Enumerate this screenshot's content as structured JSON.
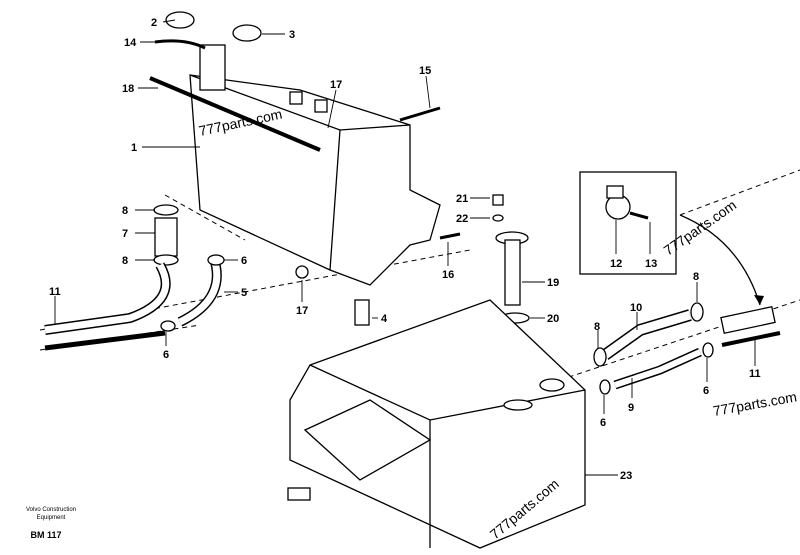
{
  "diagram": {
    "callouts": [
      "2",
      "3",
      "14",
      "17",
      "15",
      "18",
      "1",
      "8",
      "7",
      "8",
      "6",
      "5",
      "11",
      "6",
      "17",
      "16",
      "4",
      "21",
      "22",
      "19",
      "20",
      "12",
      "13",
      "8",
      "10",
      "8",
      "6",
      "9",
      "6",
      "11",
      "23"
    ],
    "watermarks": [
      "777parts.com",
      "777parts.com",
      "777parts.com",
      "777parts.com"
    ]
  },
  "footer": {
    "publisher_line1": "Volvo Construction",
    "publisher_line2": "Equipment",
    "code": "BM 117"
  }
}
